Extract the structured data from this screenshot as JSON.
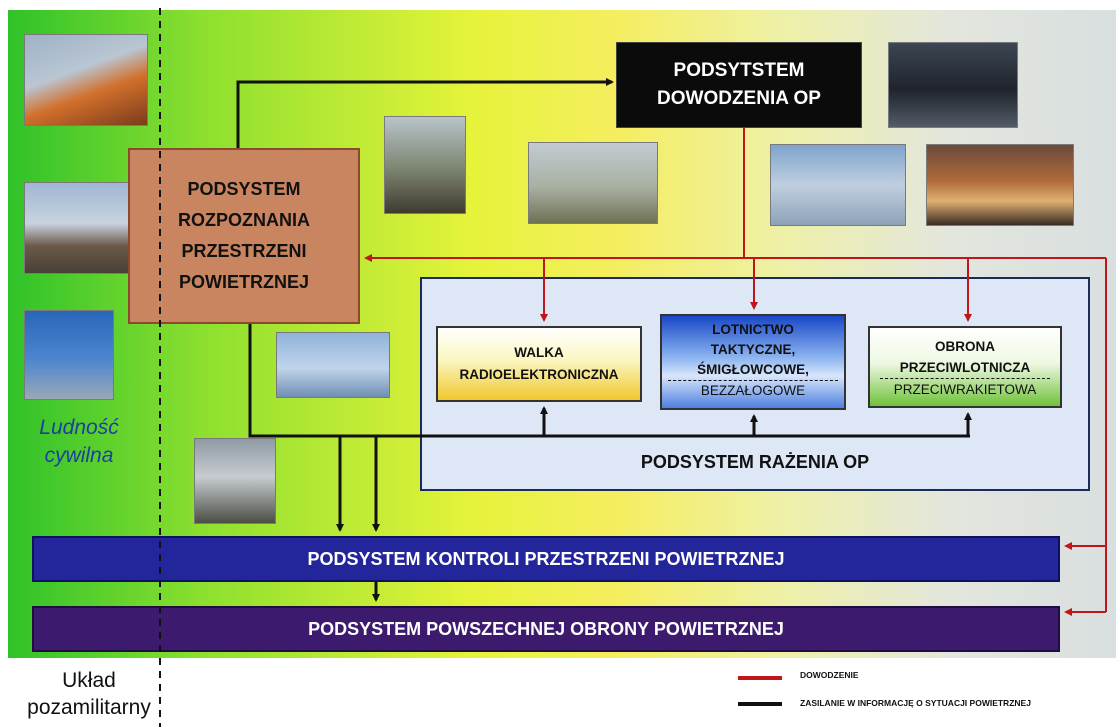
{
  "boxes": {
    "dowodzenia": [
      "PODSYTSTEM",
      "DOWODZENIA OP"
    ],
    "rozpoznania": [
      "PODSYSTEM",
      "ROZPOZNANIA",
      "PRZESTRZENI",
      "POWIETRZNEJ"
    ],
    "razenia": "PODSYSTEM  RAŻENIA OP",
    "walka": [
      "WALKA",
      "RADIOELEKTRONICZNA"
    ],
    "lotnictwo": [
      "LOTNICTWO",
      "TAKTYCZNE,",
      "ŚMIGŁOWCOWE,",
      "BEZZAŁOGOWE"
    ],
    "obrona": [
      "OBRONA",
      "PRZECIWLOTNICZA",
      "PRZECIWRAKIETOWA"
    ],
    "kontroli": "PODSYSTEM KONTROLI PRZESTRZENI POWIETRZNEJ",
    "powszechnej": "PODSYSTEM POWSZECHNEJ OBRONY POWIETRZNEJ"
  },
  "labels": {
    "ludnosc": [
      "Ludność",
      "cywilna"
    ],
    "uklad": [
      "Układ",
      "pozamilitarny"
    ]
  },
  "legend": [
    {
      "label": "DOWODZENIE",
      "color": "#c0151a"
    },
    {
      "label": "ZASILANIE W INFORMACJĘ O SYTUACJI POWIETRZNEJ",
      "color": "#111111"
    }
  ],
  "colors": {
    "command": "#c0151a",
    "info": "#111111"
  }
}
